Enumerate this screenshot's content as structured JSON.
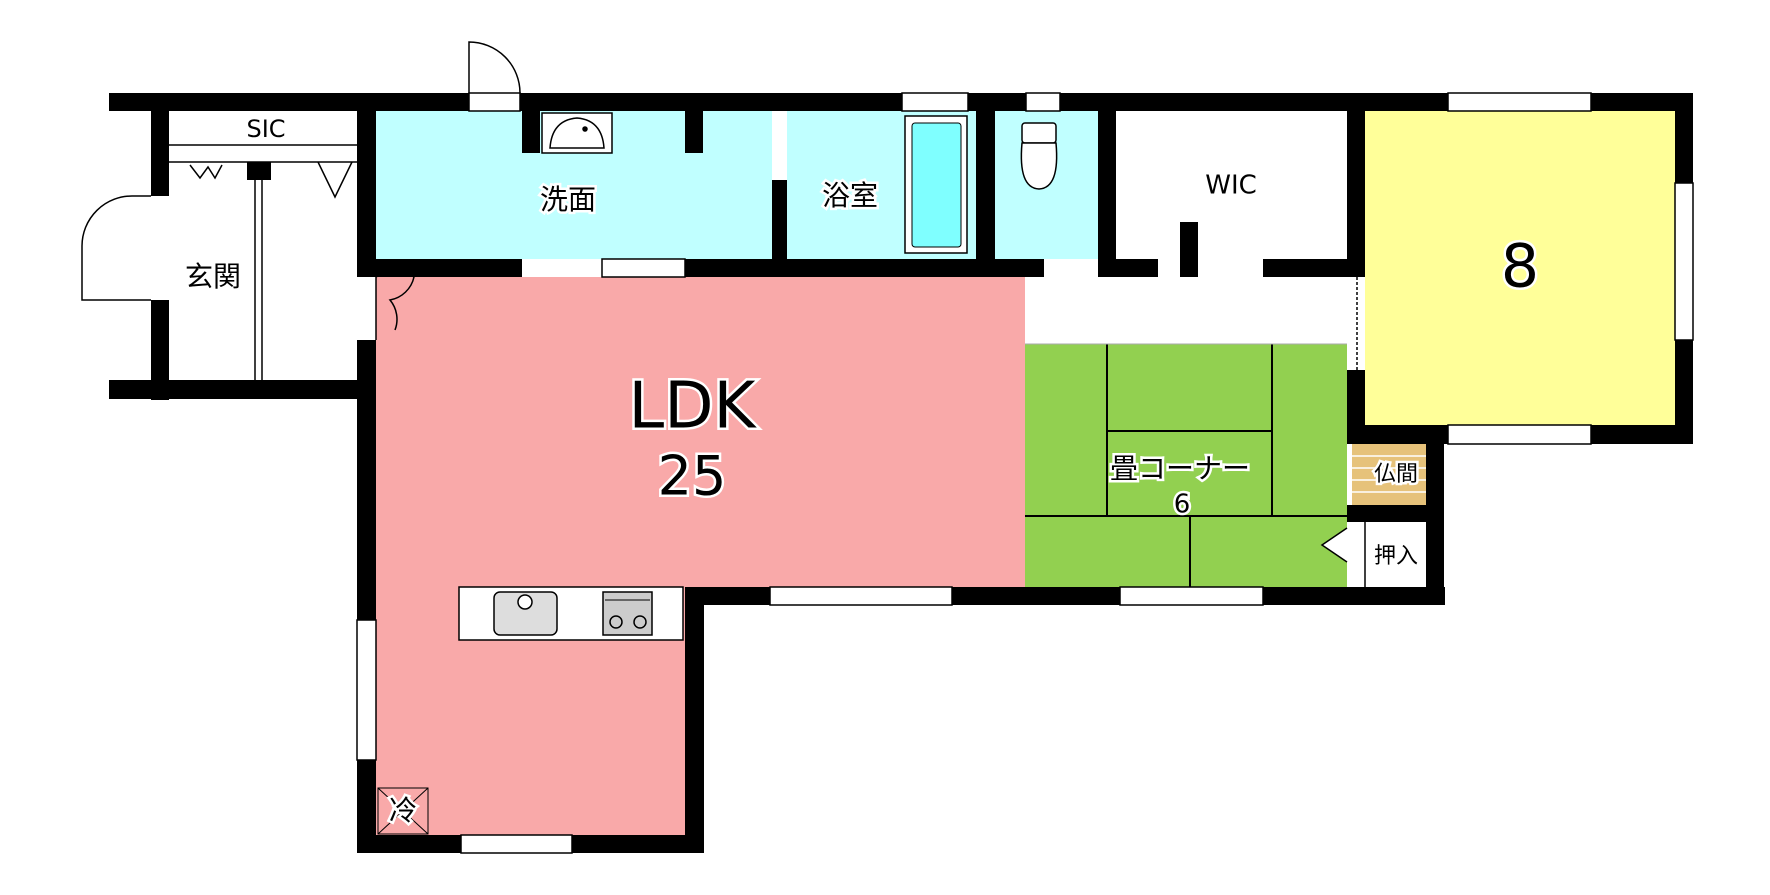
{
  "rooms": {
    "sic": "SIC",
    "genkan": "玄関",
    "senmen": "洗面",
    "yokushitsu": "浴室",
    "wic": "WIC",
    "room8": "8",
    "ldk": "LDK",
    "ldk_size": "25",
    "tatami": "畳コーナー",
    "tatami_size": "6",
    "butsuma": "仏間",
    "oshiire": "押入",
    "fridge": "冷"
  },
  "colors": {
    "water": "#c0ffff",
    "ldk": "#f9a9a9",
    "tatami": "#92d050",
    "room8": "#ffff99",
    "butsuma": "#e6c27a",
    "bathtub": "#7fffff"
  }
}
